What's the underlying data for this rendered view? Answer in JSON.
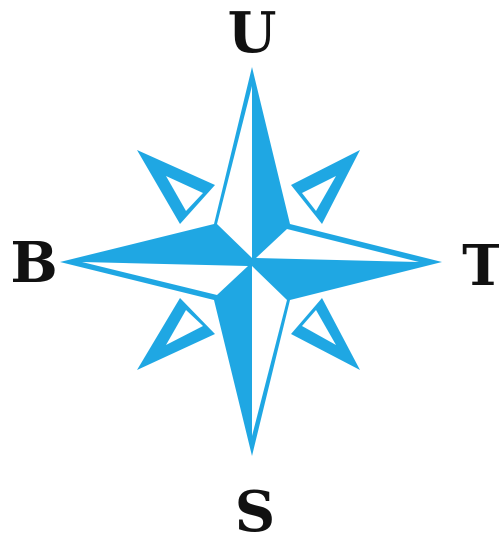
{
  "labels": {
    "north": "U",
    "south": "S",
    "west": "B",
    "east": "T"
  },
  "colors": {
    "star_fill": "#1fa7e3",
    "background": "#ffffff",
    "text": "#111111"
  }
}
